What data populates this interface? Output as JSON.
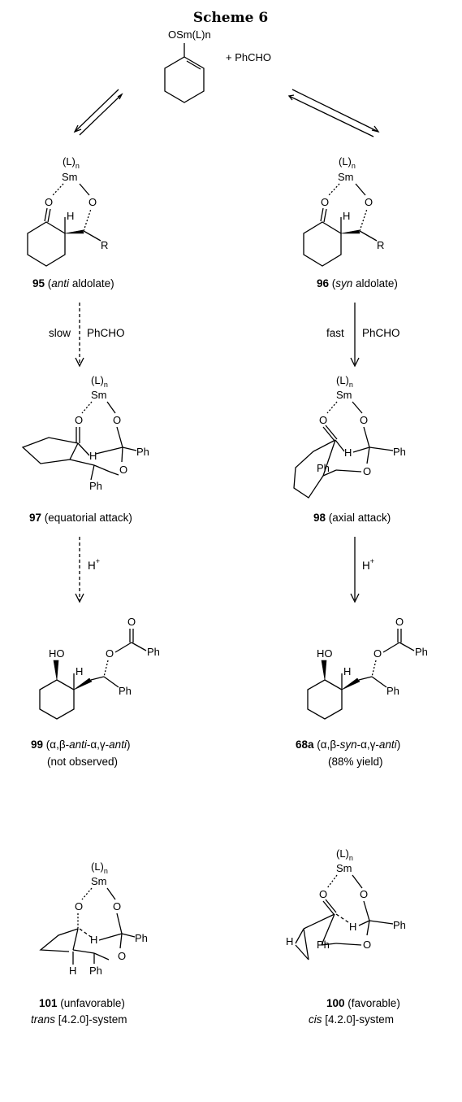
{
  "title": "Scheme 6",
  "top": {
    "enolate_label": "OSm(L)n",
    "plus_reagent": "+ PhCHO"
  },
  "atoms": {
    "L": "(L)",
    "n": "n",
    "Sm": "Sm",
    "O": "O",
    "H": "H",
    "R": "R",
    "Ph": "Ph",
    "HO": "HO",
    "Hplus_H": "H",
    "Hplus_sup": "+"
  },
  "compounds": {
    "c95": {
      "num": "95",
      "pre": " (",
      "it": "anti",
      "post": " aldolate)"
    },
    "c96": {
      "num": "96",
      "pre": " (",
      "it": "syn",
      "post": " aldolate)"
    },
    "c97": {
      "num": "97",
      "rest": " (equatorial attack)"
    },
    "c98": {
      "num": "98",
      "rest": " (axial attack)"
    },
    "c99": {
      "num": "99",
      "p1": " (α,β-",
      "i1": "anti",
      "p2": "-α,γ-",
      "i2": "anti",
      "p3": ")",
      "note": "(not observed)"
    },
    "c68a": {
      "num": "68a",
      "p1": " (α,β-",
      "i1": "syn",
      "p2": "-α,γ-",
      "i2": "anti",
      "p3": ")",
      "note": "(88% yield)"
    },
    "c101": {
      "num": "101",
      "rest": " (unfavorable)",
      "sys_it": "trans",
      "sys_rest": " [4.2.0]-system"
    },
    "c100": {
      "num": "100",
      "rest": " (favorable)",
      "sys_it": "cis",
      "sys_rest": " [4.2.0]-system"
    }
  },
  "arrows": {
    "left": {
      "rate": "slow",
      "reagent": "PhCHO"
    },
    "right": {
      "rate": "fast",
      "reagent": "PhCHO"
    }
  }
}
